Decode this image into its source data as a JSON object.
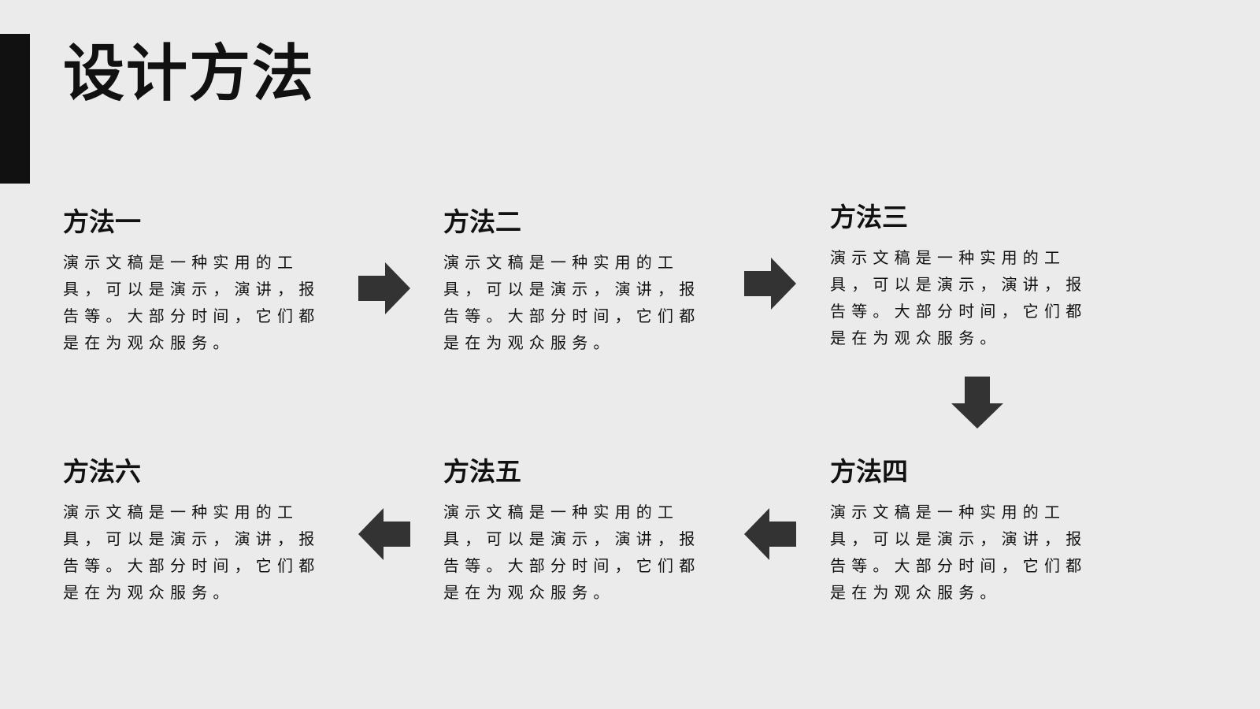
{
  "slide": {
    "title": "设计方法",
    "accent_color": "#111111",
    "arrow_color": "#333333",
    "background_color": "#ebebeb"
  },
  "steps": [
    {
      "heading": "方法一",
      "body": "演示文稿是一种实用的工具，可以是演示，演讲，报告等。大部分时间，它们都是在为观众服务。"
    },
    {
      "heading": "方法二",
      "body": "演示文稿是一种实用的工具，可以是演示，演讲，报告等。大部分时间，它们都是在为观众服务。"
    },
    {
      "heading": "方法三",
      "body": "演示文稿是一种实用的工具，可以是演示，演讲，报告等。大部分时间，它们都是在为观众服务。"
    },
    {
      "heading": "方法四",
      "body": "演示文稿是一种实用的工具，可以是演示，演讲，报告等。大部分时间，它们都是在为观众服务。"
    },
    {
      "heading": "方法五",
      "body": "演示文稿是一种实用的工具，可以是演示，演讲，报告等。大部分时间，它们都是在为观众服务。"
    },
    {
      "heading": "方法六",
      "body": "演示文稿是一种实用的工具，可以是演示，演讲，报告等。大部分时间，它们都是在为观众服务。"
    }
  ],
  "arrows": [
    {
      "icon": "arrow-right-icon"
    },
    {
      "icon": "arrow-right-icon"
    },
    {
      "icon": "arrow-down-icon"
    },
    {
      "icon": "arrow-left-icon"
    },
    {
      "icon": "arrow-left-icon"
    }
  ]
}
